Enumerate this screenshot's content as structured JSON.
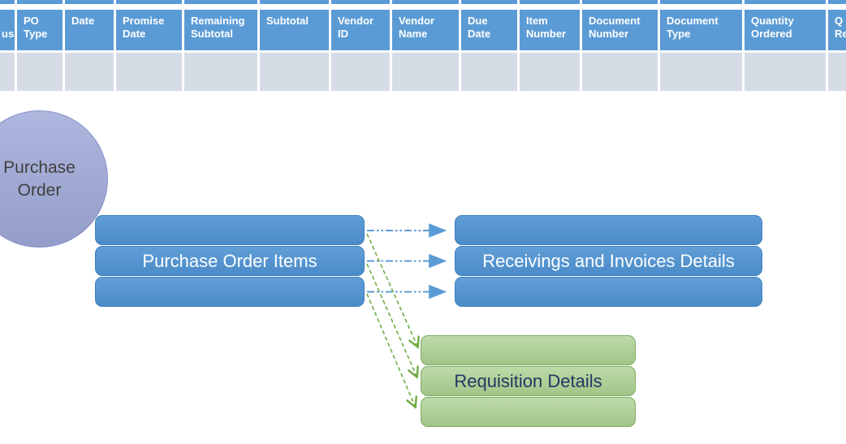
{
  "table": {
    "header_fill": "#5b9bd5",
    "header_text_color": "#ffffff",
    "empty_row_fill": "#d6dce5",
    "columns": [
      {
        "lines": [
          "",
          "us"
        ],
        "width": 18,
        "clipped": "left"
      },
      {
        "lines": [
          "PO",
          "Type"
        ],
        "width": 56
      },
      {
        "lines": [
          "Date"
        ],
        "width": 60
      },
      {
        "lines": [
          "Promise",
          "Date"
        ],
        "width": 81
      },
      {
        "lines": [
          "Remaining",
          "Subtotal"
        ],
        "width": 90
      },
      {
        "lines": [
          "Subtotal"
        ],
        "width": 85
      },
      {
        "lines": [
          "Vendor",
          "ID"
        ],
        "width": 72
      },
      {
        "lines": [
          "Vendor",
          "Name"
        ],
        "width": 82
      },
      {
        "lines": [
          "Due",
          "Date"
        ],
        "width": 69
      },
      {
        "lines": [
          "Item",
          "Number"
        ],
        "width": 74
      },
      {
        "lines": [
          "Document",
          "Number"
        ],
        "width": 93
      },
      {
        "lines": [
          "Document",
          "Type"
        ],
        "width": 101
      },
      {
        "lines": [
          "Quantity",
          "Ordered"
        ],
        "width": 100
      },
      {
        "lines": [
          "Q",
          "Re"
        ],
        "width": 22,
        "clipped": "right"
      }
    ]
  },
  "diagram": {
    "circle": {
      "label": "Purchase Order"
    },
    "left_stack": {
      "label": "Purchase Order Items"
    },
    "right_stack": {
      "label": "Receivings and Invoices Details"
    },
    "green_stack": {
      "label": "Requisition Details"
    },
    "colors": {
      "circle_fill": "#9fa9d8",
      "circle_border": "#8691cb",
      "circle_text": "#404040",
      "shape_blue": "#4f93d3",
      "shape_blue_border": "#4080bd",
      "shape_green": "#aad090",
      "shape_green_border": "#7dac62",
      "green_text": "#1f3864",
      "arrow_blue": "#5b9bd5",
      "arrow_green": "#70ad47"
    }
  }
}
